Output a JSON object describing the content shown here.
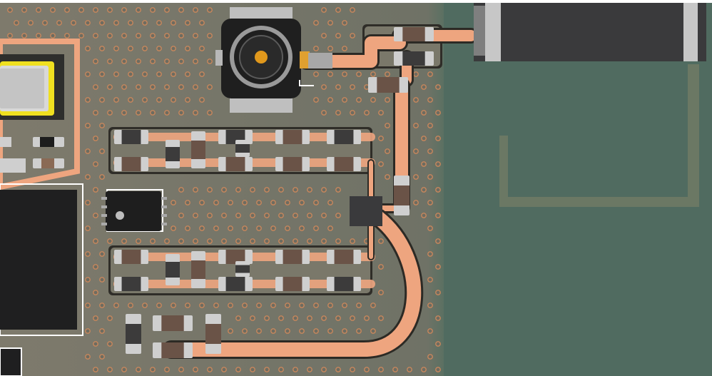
{
  "scene": {
    "subject": "pcb-rf-section",
    "colors": {
      "board_left": "#7d7b6e",
      "board_right": "#4f6a60",
      "copper": "#eea57f",
      "copper_dark": "#2c2a25",
      "via_ring": "#c8875c",
      "via_hole": "#6b6a5d",
      "silkscreen": "#ffffff",
      "component_body": "#3b3b3c",
      "component_end": "#cfcfcf",
      "antenna_outline": "#8e8b6e"
    },
    "components": {
      "crystal": "crystal-oscillator",
      "connector": "ufl-rf-connector",
      "chip_antenna": "chip-antenna",
      "ic_small": "soic-8-ic",
      "rf_chip": "rf-switch-ic",
      "mcu": "main-ic"
    }
  }
}
